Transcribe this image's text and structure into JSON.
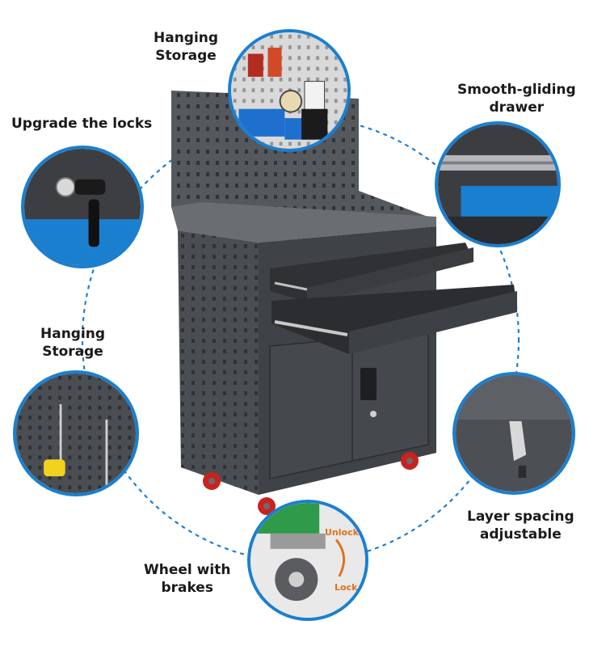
{
  "labels": {
    "hanging_storage_top": [
      "Hanging",
      "Storage"
    ],
    "smooth_gliding": [
      "Smooth-gliding",
      "drawer"
    ],
    "upgrade_locks": "Upgrade the locks",
    "hanging_storage_left": [
      "Hanging",
      "Storage"
    ],
    "layer_spacing": [
      "Layer spacing",
      "adjustable"
    ],
    "wheel_brakes": [
      "Wheel with",
      "brakes"
    ]
  },
  "wheel_detail": {
    "unlock": "Unlock",
    "lock": "Lock"
  },
  "colors": {
    "accent": "#1b7fd0",
    "cabinet": "#4a4d52",
    "arrow": "#e0711c",
    "wheel": "#c8231f"
  }
}
